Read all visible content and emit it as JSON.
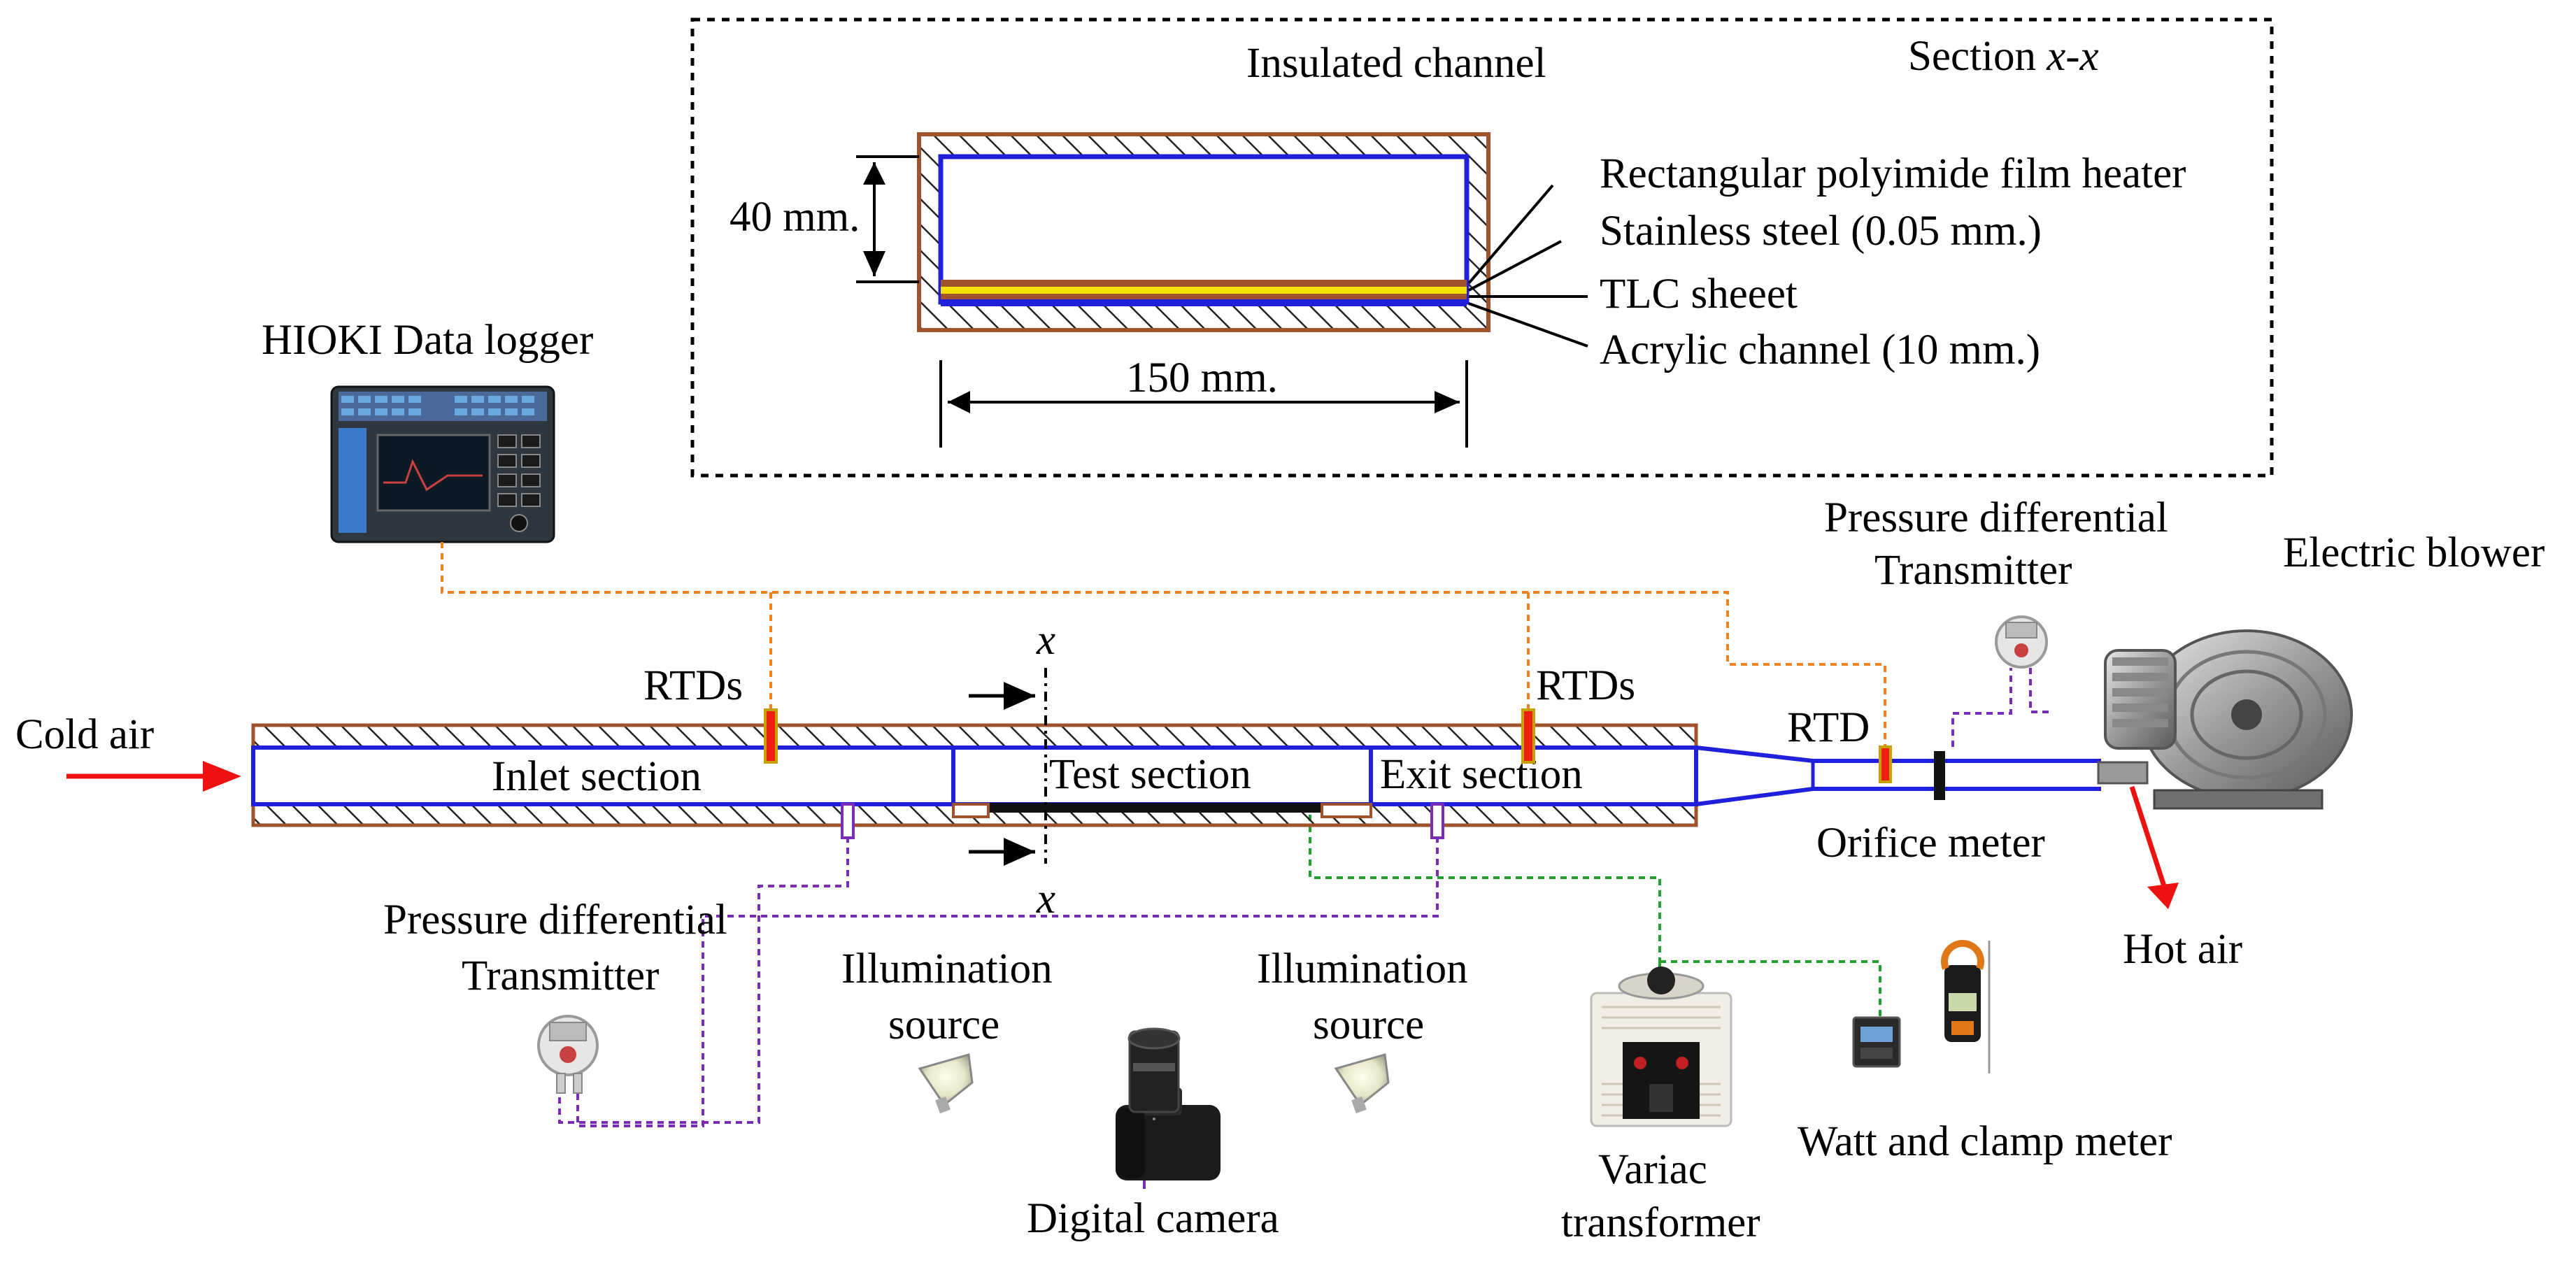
{
  "section": {
    "title_prefix": "Section ",
    "title_var": "x-x",
    "channel_label": "Insulated channel",
    "height_label": "40 mm.",
    "width_label": "150 mm.",
    "layers": [
      "Rectangular polyimide film heater",
      "Stainless steel (0.05 mm.)",
      "TLC sheeet",
      "Acrylic channel (10 mm.)"
    ]
  },
  "rig": {
    "data_logger": "HIOKI Data logger",
    "cold_air": "Cold air",
    "hot_air": "Hot air",
    "rtds_left": "RTDs",
    "rtds_right": "RTDs",
    "rtd": "RTD",
    "inlet": "Inlet section",
    "test": "Test section",
    "exit": "Exit section",
    "x_top": "x",
    "x_bottom": "x",
    "orifice": "Orifice meter",
    "blower": "Electric blower",
    "pdt_top_1": "Pressure differential",
    "pdt_top_2": "Transmitter",
    "pdt_bottom_1": "Pressure differential",
    "pdt_bottom_2": "Transmitter",
    "illum_left_1": "Illumination",
    "illum_left_2": "source",
    "illum_right_1": "Illumination",
    "illum_right_2": "source",
    "camera": "Digital camera",
    "variac_1": "Variac",
    "variac_2": "transformer",
    "watt": "Watt and clamp meter"
  },
  "colors": {
    "insulation": "#a0522d",
    "channel": "#1f1fdc",
    "heater": "#f5e100",
    "logger_wire": "#f08020",
    "pressure_wire": "#7a2eb8",
    "power_wire": "#22a030",
    "arrow": "#ee1111"
  }
}
